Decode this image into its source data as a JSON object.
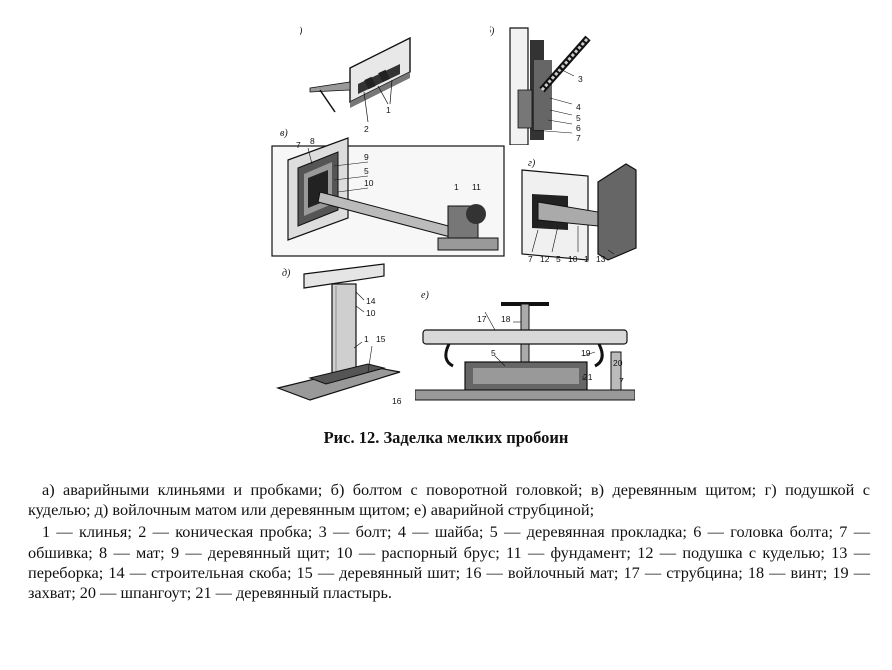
{
  "figure": {
    "panel_labels": [
      "а)",
      "б)",
      "в)",
      "г)",
      "д)",
      "е)"
    ],
    "callouts": {
      "a": [
        "1",
        "2"
      ],
      "b": [
        "3",
        "4",
        "5",
        "6",
        "7"
      ],
      "v": [
        "7",
        "8",
        "9",
        "5",
        "10",
        "1",
        "11"
      ],
      "g": [
        "7",
        "12",
        "5",
        "10",
        "1",
        "13"
      ],
      "d": [
        "14",
        "10",
        "1",
        "15",
        "16"
      ],
      "e": [
        "17",
        "18",
        "5",
        "19",
        "20",
        "21",
        "7"
      ]
    }
  },
  "caption": "Рис. 12. Заделка мелких пробоин",
  "description": {
    "panels": "а) аварийными клиньями и пробками; б) болтом с поворотной головкой; в)  деревянным щитом; г) подушкой с куделью; д) войлочным матом или деревянным щитом; е) аварийной струбциной;",
    "legend": "1 — клинья; 2 — коническая пробка; 3 — болт; 4 — шайба; 5 — деревянная прокладка; 6 — головка болта; 7 — обшивка; 8 — мат; 9 — деревянный щит; 10 — распорный брус; 11 — фундамент; 12 — подушка с куделью; 13 — переборка; 14 — строительная скоба; 15 — деревянный шит; 16 — войлочный мат; 17 — струбцина; 18 — винт; 19 — захват; 20 — шпангоут; 21 — деревянный пластырь."
  }
}
